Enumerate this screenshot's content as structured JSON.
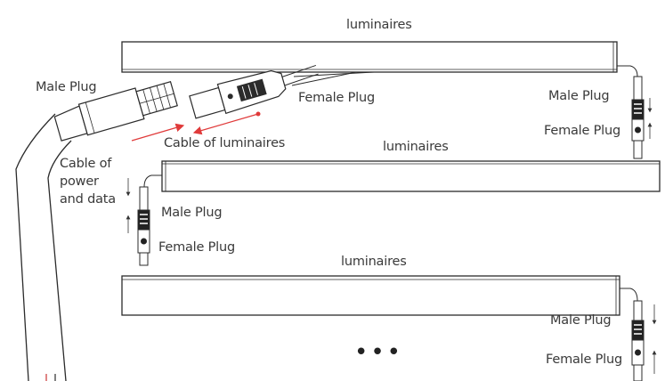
{
  "labels": {
    "luminaire_1": "luminaires",
    "luminaire_2": "luminaires",
    "luminaire_3": "luminaires",
    "male_plug_left": "Male Plug",
    "female_plug_center": "Female Plug",
    "cable_of_luminaires": "Cable of luminaires",
    "cable_power_data": "Cable of power and data",
    "male_plug_right_1": "Male Plug",
    "female_plug_right_1": "Female Plug",
    "male_plug_left_2": "Male Plug",
    "female_plug_left_2": "Female Plug",
    "male_plug_right_3": "Male Plug",
    "female_plug_right_3": "Female Plug",
    "continuation": "•••"
  },
  "colors": {
    "line": "#2b2b2b",
    "arrow_accent": "#e03a3a"
  }
}
